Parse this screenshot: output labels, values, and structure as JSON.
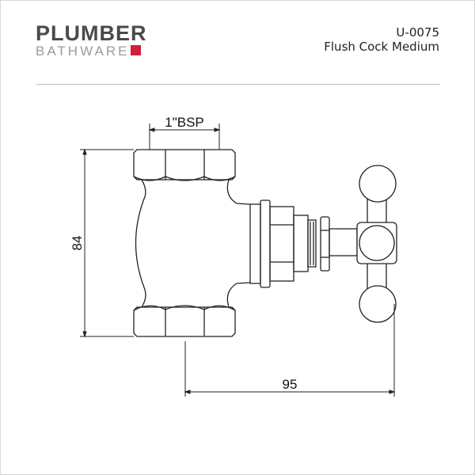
{
  "brand": {
    "line1": "PLUMBER",
    "line2": "BATHWARE",
    "accent_color": "#d0203a"
  },
  "product": {
    "code": "U-0075",
    "name": "Flush Cock Medium"
  },
  "dimensions": {
    "thread": "1\"BSP",
    "height": "84",
    "depth": "95"
  }
}
